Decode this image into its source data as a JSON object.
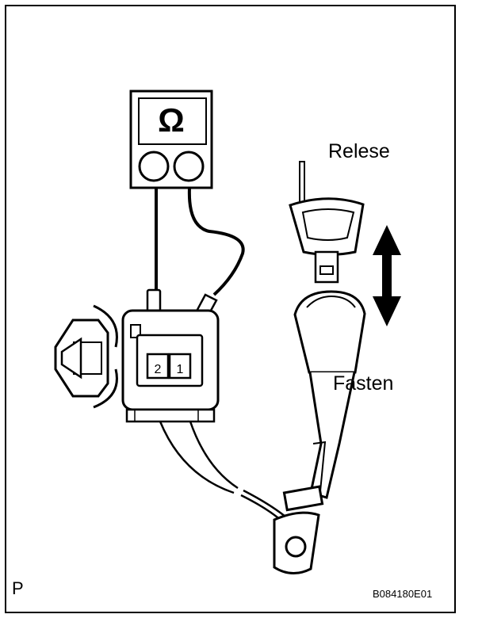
{
  "labels": {
    "release": "Relese",
    "fasten": "Fasten",
    "panel_letter": "P",
    "figure_code": "B084180E01"
  },
  "meter": {
    "symbol": "Ω"
  },
  "connector": {
    "terminal_2": "2",
    "terminal_1": "1"
  }
}
